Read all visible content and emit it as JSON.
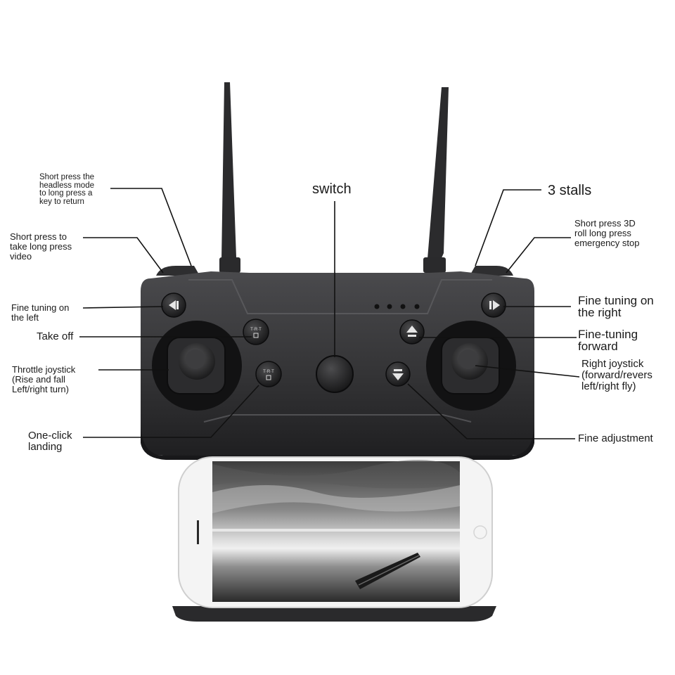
{
  "labels": {
    "headless": "Short press the\nheadless mode\nto long press a\nkey to return",
    "video": "Short press to\ntake long press\n video",
    "fine_left": "Fine tuning on\n the left",
    "take_off": "Take off",
    "throttle": "Throttle joystick\n(Rise and fall\nLeft/right turn)",
    "landing": "One-click\nlanding",
    "switch": "switch",
    "stalls": "3 stalls",
    "roll_stop": "Short press 3D\nroll long press\nemergency stop",
    "fine_right": "Fine tuning on\n the right",
    "fine_forward": "Fine-tuning\nforward",
    "right_joystick": "Right joystick\n(forward/revers\nleft/right fly)",
    "fine_adjust": "Fine adjustment"
  },
  "button_glyphs": {
    "take_off": "T·R·T",
    "landing": "T·R·T"
  },
  "colors": {
    "body": "#3a3a3c",
    "body_dark": "#1e1e20",
    "leader_line": "#111111",
    "phone": "#f4f4f4"
  },
  "icons": [
    "left-arrow-icon",
    "right-arrow-icon",
    "up-arrow-icon",
    "down-arrow-icon",
    "home-button-icon"
  ]
}
